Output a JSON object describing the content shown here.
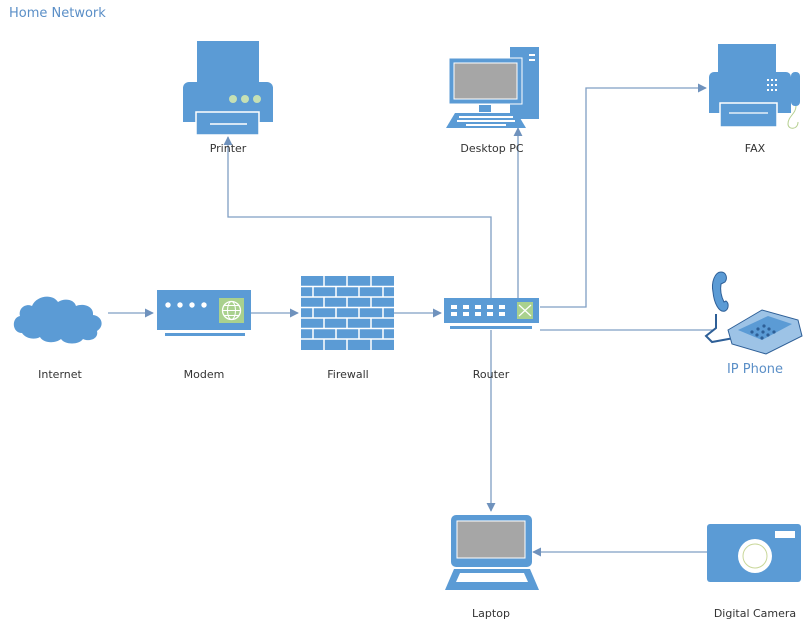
{
  "title": "Home Network",
  "colors": {
    "device": "#5b9bd5",
    "connector": "#7f9fc4",
    "screen": "#a6a6a6",
    "accent_green": "#a9d18e",
    "title": "#5b8fc7"
  },
  "nodes": {
    "printer": {
      "label": "Printer",
      "icon": "printer-icon"
    },
    "desktop": {
      "label": "Desktop PC",
      "icon": "desktop-pc-icon"
    },
    "fax": {
      "label": "FAX",
      "icon": "fax-icon"
    },
    "internet": {
      "label": "Internet",
      "icon": "cloud-icon"
    },
    "modem": {
      "label": "Modem",
      "icon": "modem-icon"
    },
    "firewall": {
      "label": "Firewall",
      "icon": "firewall-icon"
    },
    "router": {
      "label": "Router",
      "icon": "router-icon"
    },
    "ipphone": {
      "label": "IP Phone",
      "icon": "ip-phone-icon"
    },
    "laptop": {
      "label": "Laptop",
      "icon": "laptop-icon"
    },
    "camera": {
      "label": "Digital Camera",
      "icon": "camera-icon"
    }
  },
  "connections": [
    {
      "from": "internet",
      "to": "modem"
    },
    {
      "from": "modem",
      "to": "firewall"
    },
    {
      "from": "firewall",
      "to": "router"
    },
    {
      "from": "router",
      "to": "printer"
    },
    {
      "from": "router",
      "to": "desktop"
    },
    {
      "from": "router",
      "to": "fax"
    },
    {
      "from": "router",
      "to": "ipphone"
    },
    {
      "from": "router",
      "to": "laptop"
    },
    {
      "from": "camera",
      "to": "laptop"
    }
  ]
}
